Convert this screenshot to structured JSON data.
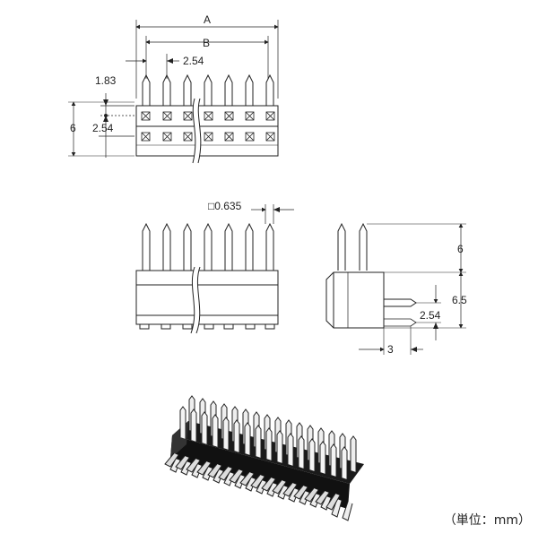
{
  "labels": {
    "A": "A",
    "B": "B",
    "pitch_top": "2.54",
    "offset": "1.83",
    "height_top": "6",
    "pitch_left": "2.54",
    "square": "□0.635",
    "pin_up": "6",
    "body_h": "6.5",
    "row_pitch": "2.54",
    "pin_side": "3"
  },
  "unit": "（単位：mm）"
}
